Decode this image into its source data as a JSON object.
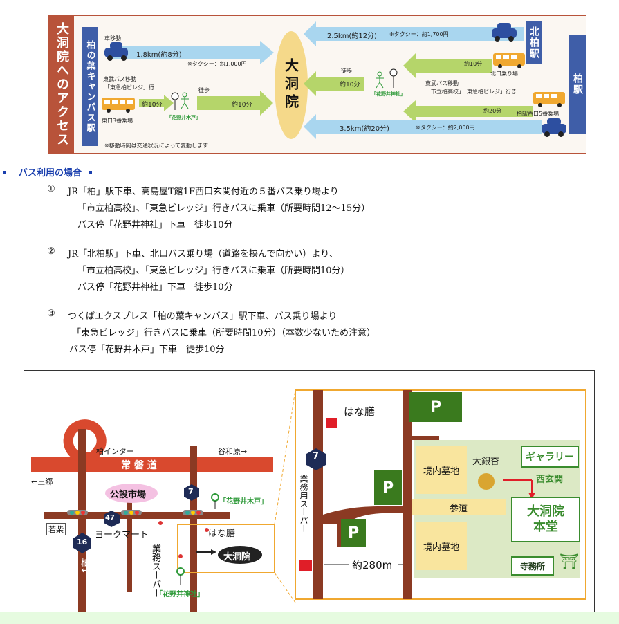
{
  "access": {
    "banner": "大洞院へのアクセス",
    "left_station": "柏の葉キャンパス駅",
    "destination": "大洞院",
    "kitakashiwa": "北柏駅",
    "kashiwa": "柏駅",
    "car_label": "車移動",
    "car_distance": "1.8km(約8分)",
    "car_taxi": "※タクシー：約1,000円",
    "tobu_bus_left": "東武バス移動",
    "tobu_bus_left_dest": "「東急柏ビレジ」行",
    "walk_left": "徒歩",
    "bus_time_left": "約10分",
    "walk_time_left": "約10分",
    "east_exit_stop": "東口3番乗場",
    "hananoi_kido": "「花野井木戸」",
    "top_right_distance": "2.5km(約12分)",
    "top_right_taxi": "※タクシー：約1,700円",
    "walk_right": "徒歩",
    "walk_time_right": "約10分",
    "hananoi_jinja": "「花野井神社」",
    "bus_time_kitakashiwa": "約10分",
    "kitakashiwa_stop": "北口乗り場",
    "tobu_bus_right": "東武バス移動",
    "tobu_bus_right_dest": "「市立柏高校」「東急柏ビレジ」行き",
    "bus_time_kashiwa": "約20分",
    "kashiwa_stop": "柏駅西口5番乗場",
    "bottom_distance": "3.5km(約20分)",
    "bottom_taxi": "※タクシー：約2,000円",
    "note": "※移動時間は交通状況によって変動します"
  },
  "bus_section": {
    "heading": "バス利用の場合",
    "items": [
      {
        "num": "①",
        "lines": [
          "JR「柏」駅下車、高島屋T館1F西口玄関付近の５番バス乗り場より",
          "「市立柏高校」、「東急ビレッジ」行きバスに乗車（所要時間12〜15分）",
          "バス停「花野井神社」下車　徒歩10分"
        ]
      },
      {
        "num": "②",
        "lines": [
          "JR「北柏駅」下車、北口バス乗り場（道路を挟んで向かい）より、",
          "「市立柏高校」、「東急ビレッジ」行きバスに乗車（所要時間10分）",
          "バス停「花野井神社」下車　徒歩10分"
        ]
      },
      {
        "num": "③",
        "lines": [
          "つくばエクスプレス「柏の葉キャンパス」駅下車、バス乗り場より",
          "「東急ビレッジ」行きバスに乗車（所要時間10分）（本数少ないため注意）",
          "バス停「花野井木戸」下車　徒歩10分"
        ]
      }
    ]
  },
  "map": {
    "kashiwa_ic": "柏インター",
    "joban": "常 磐 道",
    "yawara": "谷和原→",
    "misato": "←三郷",
    "kosetsu": "公設市場",
    "hananoi_kido": "「花野井木戸」",
    "route7": "7",
    "route47": "47",
    "route16": "16",
    "wakashiba": "若柴",
    "kashiwa_down": "柏↓",
    "yorkmart": "ヨークマート",
    "hanazen": "はな膳",
    "gyomu": "業務スーパー",
    "daitoin": "大洞院",
    "hananoi_jinja": "「花野井神社」",
    "detail": {
      "hanazen": "はな膳",
      "route7": "7",
      "gyomu_vertical": "業務用スーパー",
      "p": "P",
      "keidai1": "境内墓地",
      "keidai2": "境内墓地",
      "daiginnan": "大銀杏",
      "gallery": "ギャラリー",
      "nishigenkan": "西玄関",
      "sando": "参道",
      "hondo": "大洞院\n本堂",
      "jimusho": "寺務所",
      "distance": "約280m"
    }
  },
  "colors": {
    "brand_red": "#b8533a",
    "station_blue": "#3f5ea8",
    "arrow_blue": "#a9d6ef",
    "arrow_green": "#b5d56a",
    "heading_blue": "#1a3fae",
    "highway_red": "#d9492e",
    "road_brown": "#8b3a23",
    "park_green": "#3a7a1e",
    "orange_frame": "#f0a830"
  }
}
